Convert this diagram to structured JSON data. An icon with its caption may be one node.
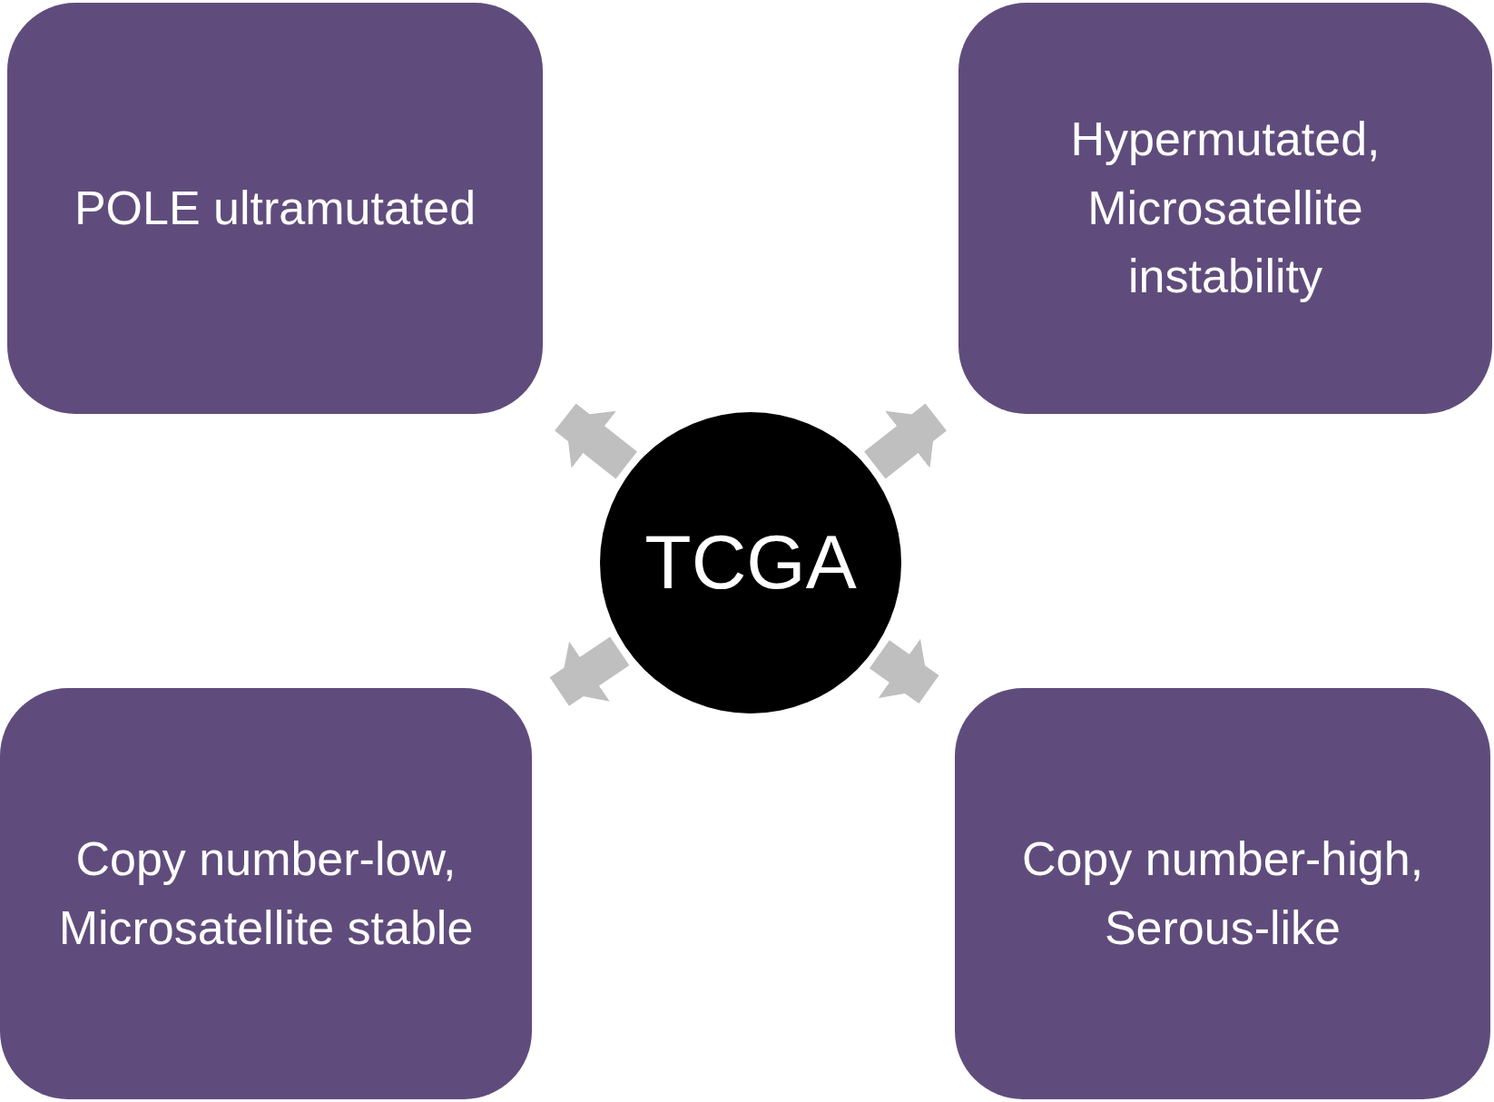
{
  "diagram": {
    "nodes": [
      {
        "text": [
          "POLE ultramutated"
        ]
      },
      {
        "text": [
          "Hypermutated, Microsatellite instability"
        ]
      },
      {
        "text": [
          "TCGA"
        ]
      },
      {
        "text": [
          "Copy number-low, Microsatellite stable"
        ]
      },
      {
        "text": [
          "Copy number-high, Serous-like"
        ]
      }
    ],
    "edges": [
      {
        "from": 2,
        "to": 0,
        "arrow": "to"
      },
      {
        "from": 2,
        "to": 1,
        "arrow": "to"
      },
      {
        "from": 2,
        "to": 3,
        "arrow": "to"
      },
      {
        "from": 2,
        "to": 4,
        "arrow": "to"
      }
    ]
  }
}
